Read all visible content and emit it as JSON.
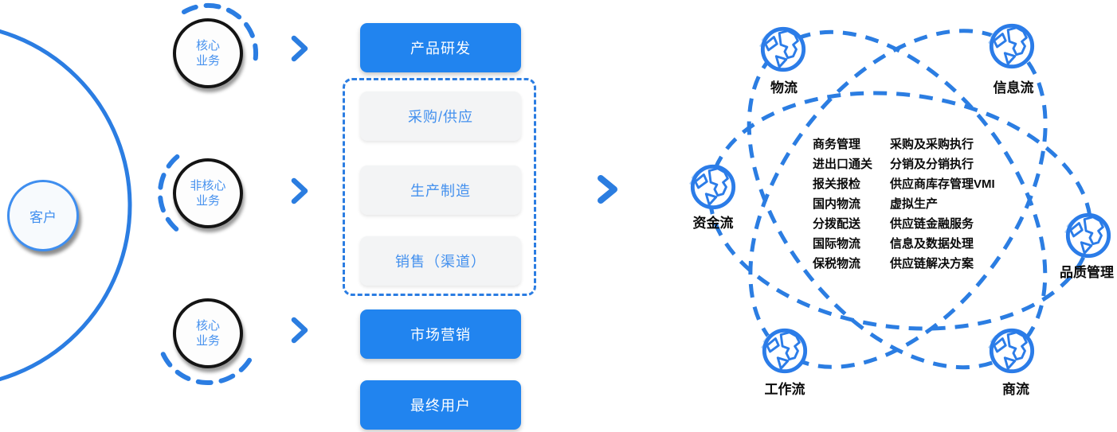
{
  "palette": {
    "box_blue": "#2184ef",
    "line_blue": "#2b7de2",
    "globe_blue": "#2b7ce8",
    "light_box_bg": "#f3f4f5",
    "accent_text_blue": "#4691ee",
    "label_black": "#0a0a0a"
  },
  "icons": {
    "globe": "globe-icon",
    "chevron_right": "chevron-right-icon"
  },
  "customer": {
    "label": "客户"
  },
  "business_circles": [
    {
      "label": "核心\n业务"
    },
    {
      "label": "非核心\n业务"
    },
    {
      "label": "核心\n业务"
    }
  ],
  "process_flow": {
    "top_box": "产品研发",
    "outsourced_boxes": [
      "采购/供应",
      "生产制造",
      "销售（渠道）"
    ],
    "bottom_boxes": [
      "市场营销",
      "最终用户"
    ]
  },
  "flow_nodes": [
    {
      "label": "物流"
    },
    {
      "label": "信息流"
    },
    {
      "label": "资金流"
    },
    {
      "label": "品质管理"
    },
    {
      "label": "工作流"
    },
    {
      "label": "商流"
    }
  ],
  "services": {
    "rows": [
      {
        "left": "商务管理",
        "right": "采购及采购执行"
      },
      {
        "left": "进出口通关",
        "right": "分销及分销执行"
      },
      {
        "left": "报关报检",
        "right": "供应商库存管理VMI"
      },
      {
        "left": "国内物流",
        "right": "虚拟生产"
      },
      {
        "left": "分拨配送",
        "right": "供应链金融服务"
      },
      {
        "left": "国际物流",
        "right": "信息及数据处理"
      },
      {
        "left": "保税物流",
        "right": "供应链解决方案"
      }
    ]
  }
}
